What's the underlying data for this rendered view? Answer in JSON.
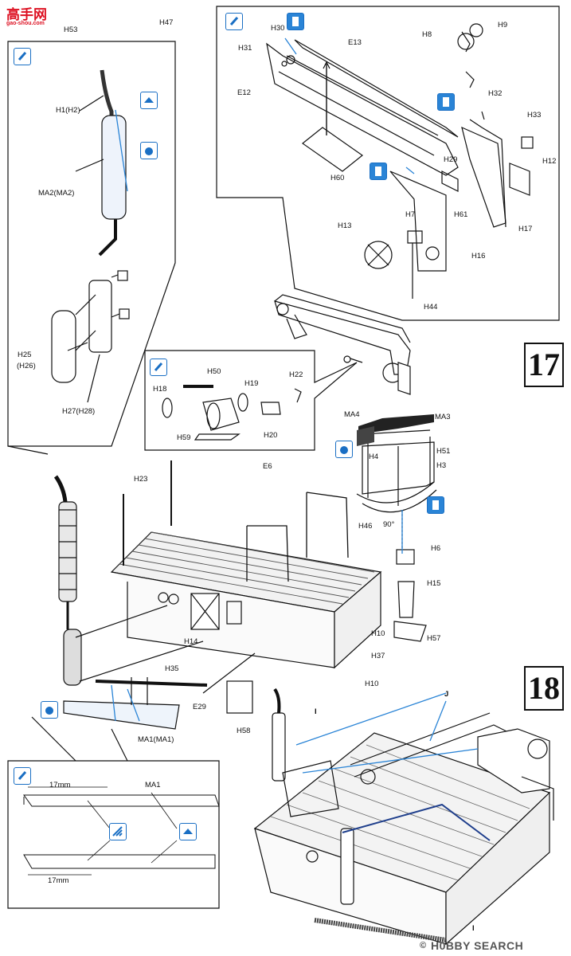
{
  "watermark_top": {
    "logo_text": "高手网",
    "url": "gao-shou.com"
  },
  "watermark_bottom": {
    "copyright": "©",
    "brand": "H0BBY SEARCH"
  },
  "steps": {
    "step17": "17",
    "step18": "18"
  },
  "labels": {
    "H53": "H53",
    "H47": "H47",
    "H1H2": "H1(H2)",
    "MA2": "MA2(MA2)",
    "H25": "H25",
    "H26": "(H26)",
    "H27H28": "H27(H28)",
    "H30": "H30",
    "H31": "H31",
    "E13": "E13",
    "E12": "E12",
    "H60": "H60",
    "H29": "H29",
    "H61": "H61",
    "H7": "H7",
    "H13": "H13",
    "H16": "H16",
    "H44": "H44",
    "H8": "H8",
    "H9": "H9",
    "H32": "H32",
    "H33": "H33",
    "H12": "H12",
    "H17": "H17",
    "H50": "H50",
    "H18": "H18",
    "H19": "H19",
    "H22": "H22",
    "H59": "H59",
    "H20": "H20",
    "MA4": "MA4",
    "MA3": "MA3",
    "H51": "H51",
    "H4": "H4",
    "H3": "H3",
    "H46": "H46",
    "deg90": "90°",
    "H6": "H6",
    "H15": "H15",
    "H57": "H57",
    "H10a": "H10",
    "H37": "H37",
    "H10b": "H10",
    "H23": "H23",
    "E6": "E6",
    "H14": "H14",
    "H35": "H35",
    "E29": "E29",
    "H58": "H58",
    "MA1MA1": "MA1(MA1)",
    "MA1": "MA1",
    "mm17a": "17mm",
    "mm17b": "17mm",
    "I_top": "I",
    "J": "J",
    "I_bottom": "I"
  },
  "icons": [
    "paint-icon",
    "cement-icon",
    "decal-icon",
    "repeat-icon",
    "flip-icon"
  ],
  "colors": {
    "accent": "#2a84d6",
    "line": "#111111",
    "decal": "#1f3f8c"
  }
}
